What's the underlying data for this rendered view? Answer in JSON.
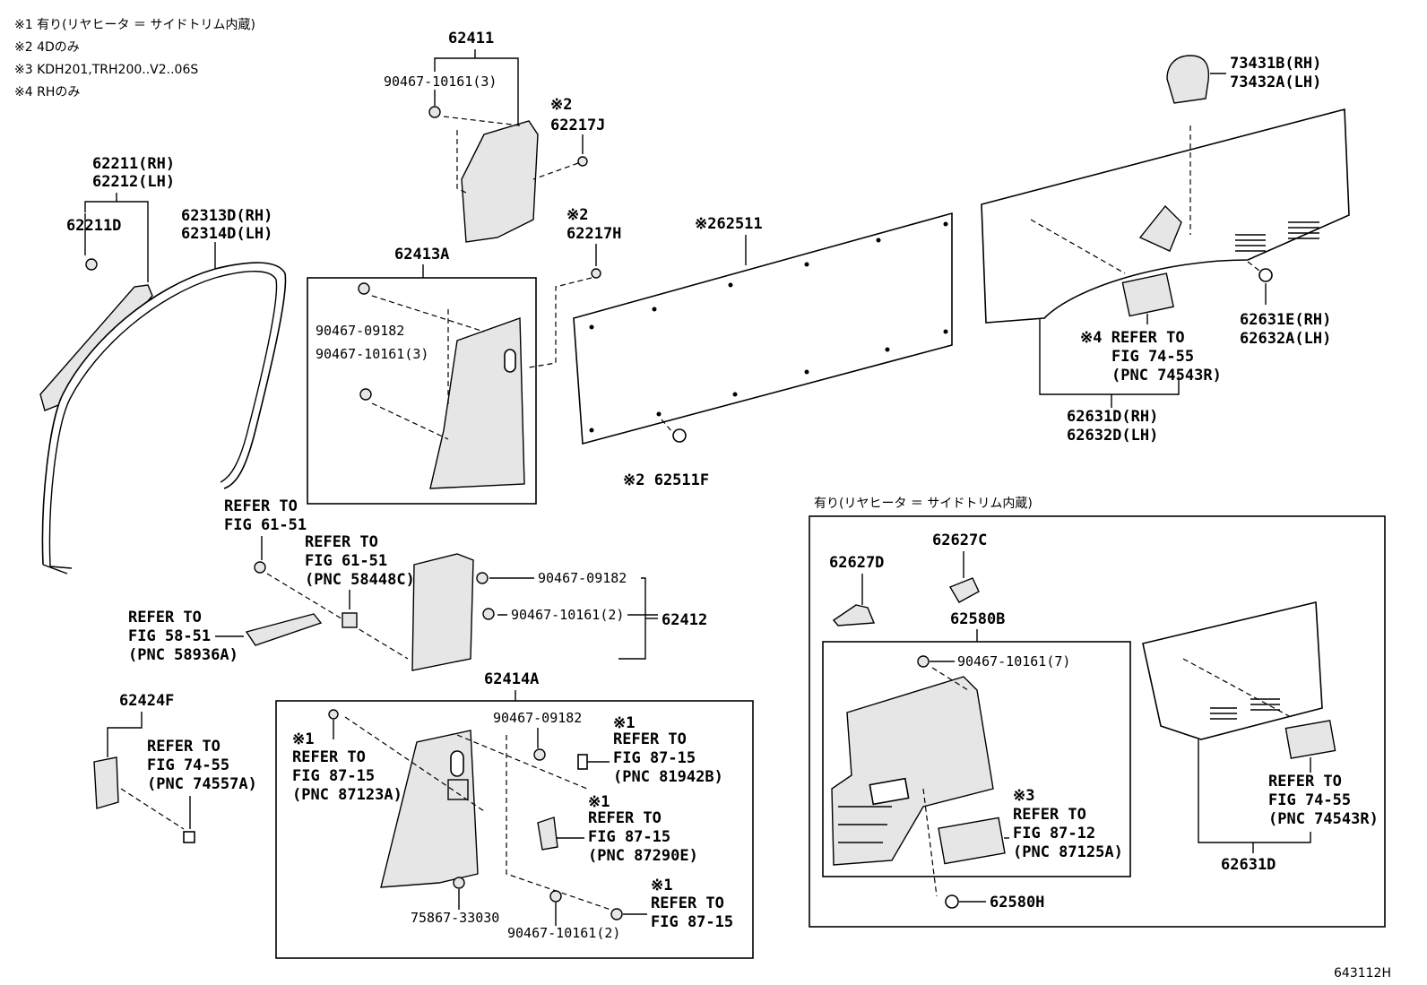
{
  "notes": [
    "※1 有り(リヤヒータ ＝ サイドトリム内蔵)",
    "※2 4Dのみ",
    "※3 KDH201,TRH200..V2..06S",
    "※4 RHのみ"
  ],
  "labels": {
    "p62411": "62411",
    "p90467_10161_3_top": "90467-10161(3)",
    "m2_a": "※2",
    "p62217J": "62217J",
    "p62211_rh": "62211(RH)",
    "p62212_lh": "62212(LH)",
    "p62211D": "62211D",
    "p62313D_rh": "62313D(RH)",
    "p62314D_lh": "62314D(LH)",
    "m2_b": "※2",
    "p62217H": "62217H",
    "p62511": "※262511",
    "p62413A": "62413A",
    "p90467_09182_a": "90467-09182",
    "p90467_10161_3_mid": "90467-10161(3)",
    "p62511F": "※2 62511F",
    "p73431B": "73431B(RH)",
    "p73432A": "73432A(LH)",
    "p62631E": "62631E(RH)",
    "p62632A": "62632A(LH)",
    "m4_refer": "※4 REFER TO",
    "fig74_55_a": "FIG 74-55",
    "pnc74543R_a": "(PNC 74543R)",
    "p62631D_rh": "62631D(RH)",
    "p62632D_lh": "62632D(LH)",
    "refer_61_51_a": "REFER TO",
    "fig61_51_a": "FIG 61-51",
    "refer_61_51_b": "REFER TO",
    "fig61_51_b": "FIG 61-51",
    "pnc58448C": "(PNC 58448C)",
    "p90467_09182_b": "90467-09182",
    "p90467_10161_2_a": "90467-10161(2)",
    "p62412": "62412",
    "refer_58_51": "REFER TO",
    "fig58_51": "FIG 58-51",
    "pnc58936A": "(PNC 58936A)",
    "p62414A": "62414A",
    "p62424F": "62424F",
    "refer_74_55_b": "REFER TO",
    "fig74_55_b": "FIG 74-55",
    "pnc74557A": "(PNC 74557A)",
    "m1_a": "※1",
    "refer_87_15_a": "REFER TO",
    "fig87_15_a": "FIG 87-15",
    "pnc87123A": "(PNC 87123A)",
    "p90467_09182_c": "90467-09182",
    "m1_b": "※1",
    "refer_87_15_b": "REFER TO",
    "fig87_15_b": "FIG 87-15",
    "pnc81942B": "(PNC 81942B)",
    "m1_c": "※1",
    "refer_87_15_c": "REFER TO",
    "fig87_15_c": "FIG 87-15",
    "pnc87290E": "(PNC 87290E)",
    "m1_d": "※1",
    "refer_87_15_d": "REFER TO",
    "fig87_15_d": "FIG 87-15",
    "p75867_33030": "75867-33030",
    "p90467_10161_2_b": "90467-10161(2)",
    "box_title": "有り(リヤヒータ ＝ サイドトリム内蔵)",
    "p62627D": "62627D",
    "p62627C": "62627C",
    "p62580B": "62580B",
    "p90467_10161_7": "90467-10161(7)",
    "m3": "※3",
    "refer_87_12": "REFER TO",
    "fig87_12": "FIG 87-12",
    "pnc87125A": "(PNC 87125A)",
    "p62580H": "62580H",
    "refer_74_55_c": "REFER TO",
    "fig74_55_c": "FIG 74-55",
    "pnc74543R_c": "(PNC 74543R)",
    "p62631D": "62631D",
    "fig_code": "643112H"
  }
}
